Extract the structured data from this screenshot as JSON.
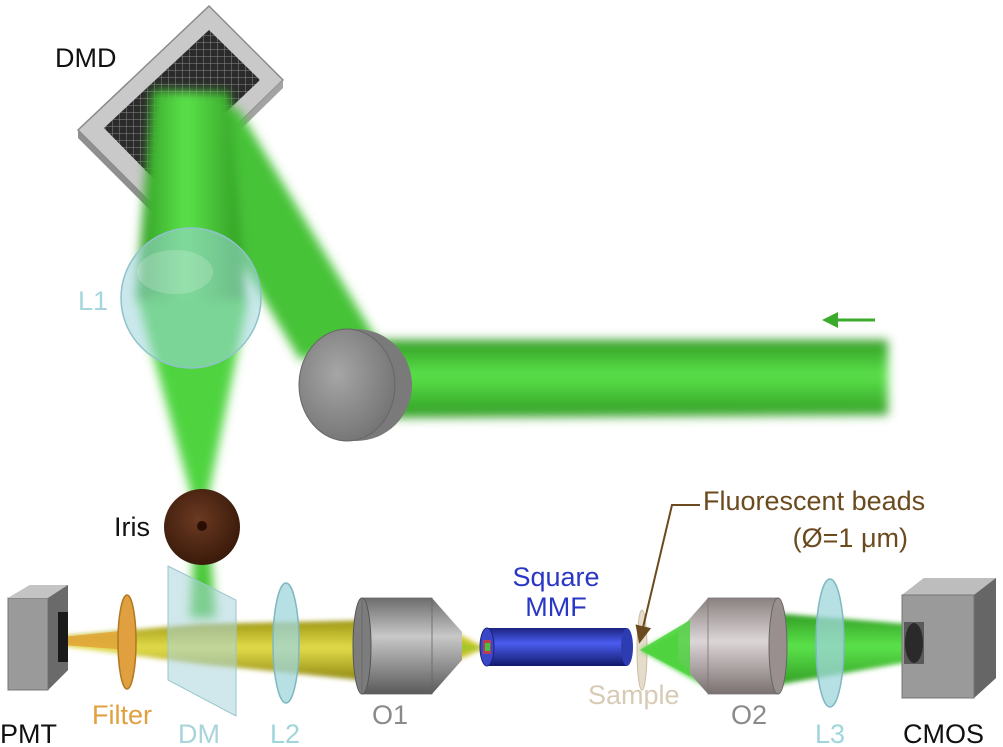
{
  "labels": {
    "dmd": "DMD",
    "l1": "L1",
    "iris": "Iris",
    "fluorescent_beads": "Fluorescent beads",
    "bead_size": "(Ø=1 μm)",
    "square": "Square",
    "mmf": "MMF",
    "pmt": "PMT",
    "filter": "Filter",
    "dm": "DM",
    "l2": "L2",
    "o1": "O1",
    "sample": "Sample",
    "o2": "O2",
    "l3": "L3",
    "cmos": "CMOS"
  },
  "colors": {
    "laser_green": "#3fcf2f",
    "fluorescence_yellow": "#c9c21e",
    "fiber_blue": "#2f3fcf",
    "lens_cyan": "#9fd6dc",
    "filter_orange": "#e0a040",
    "iris_brown": "#4a2412",
    "arrow_green": "#3caa2c",
    "annotation_brown": "#6b4a1e",
    "sample_beige": "#d8cbb6"
  }
}
